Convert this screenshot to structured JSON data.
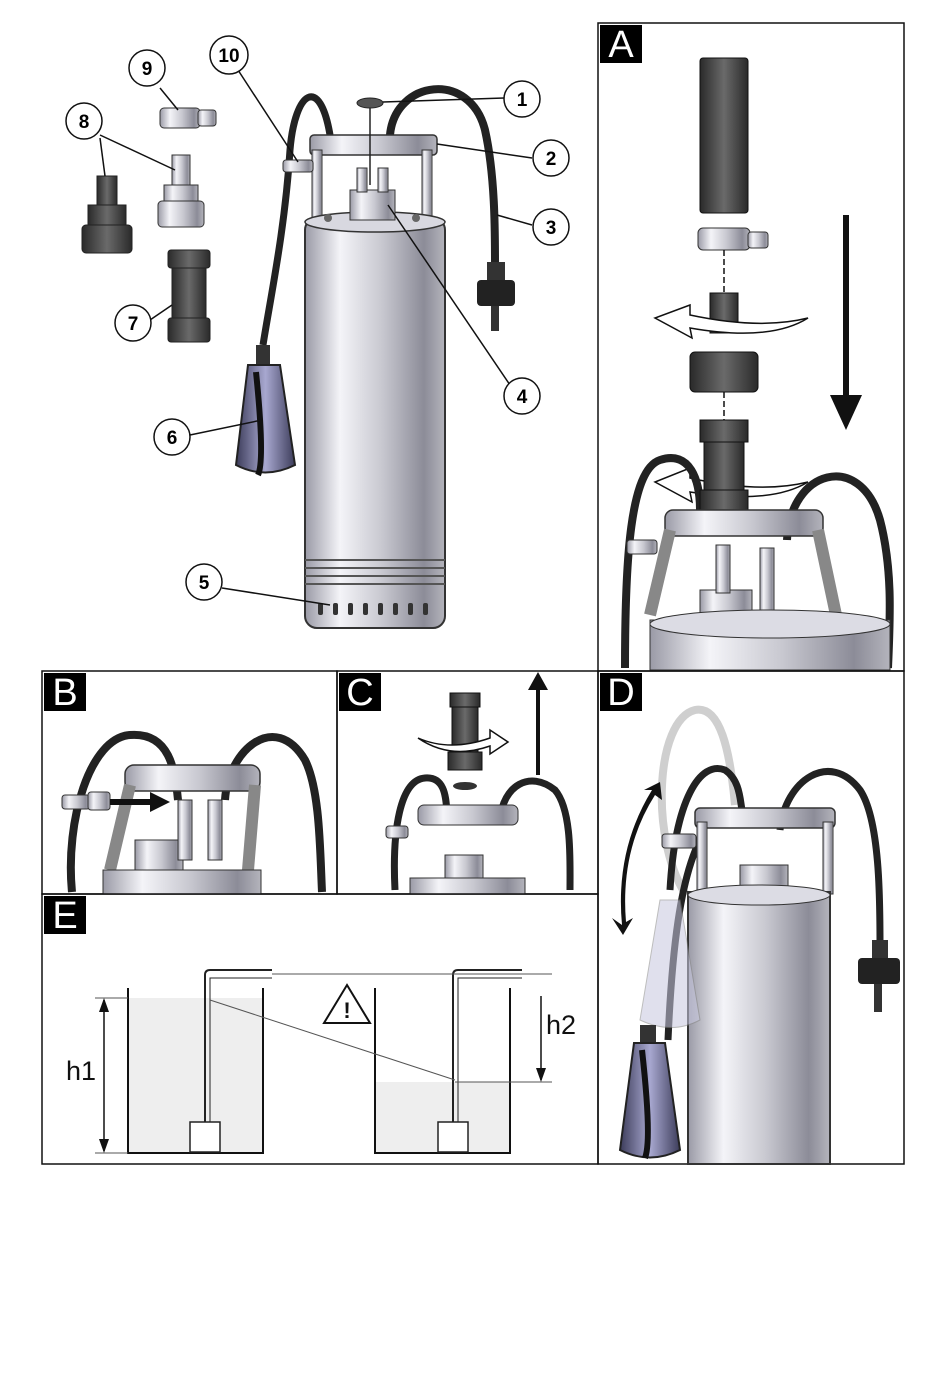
{
  "callouts": [
    "1",
    "2",
    "3",
    "4",
    "5",
    "6",
    "7",
    "8",
    "9",
    "10"
  ],
  "panels": {
    "a": "A",
    "b": "B",
    "c": "C",
    "d": "D",
    "e": "E"
  },
  "panel_e": {
    "h1": "h1",
    "h2": "h2",
    "warning_symbol": "!"
  },
  "colors": {
    "steel_light": "#e9e9ee",
    "steel_dark": "#8a8a96",
    "cable": "#222222",
    "float_body": "#6a6a90",
    "water": "#eeeeee",
    "frame": "#000000"
  },
  "icons": [
    "rotation-arrow-icon",
    "direction-arrow-icon",
    "warning-triangle-icon",
    "swing-arrow-icon"
  ]
}
